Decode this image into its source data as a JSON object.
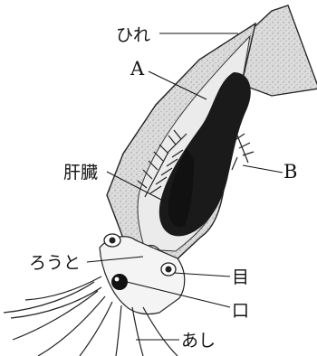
{
  "labels": {
    "hire": "ひれ",
    "a": "A",
    "kanzo": "肝臓",
    "b": "B",
    "routo": "ろうと",
    "me": "目",
    "kuchi": "口",
    "ashi": "あし"
  },
  "colors": {
    "ink": "#111111",
    "body_shade": "#d7d7d7",
    "organ_dark": "#1a1a1a",
    "background": "#ffffff"
  }
}
